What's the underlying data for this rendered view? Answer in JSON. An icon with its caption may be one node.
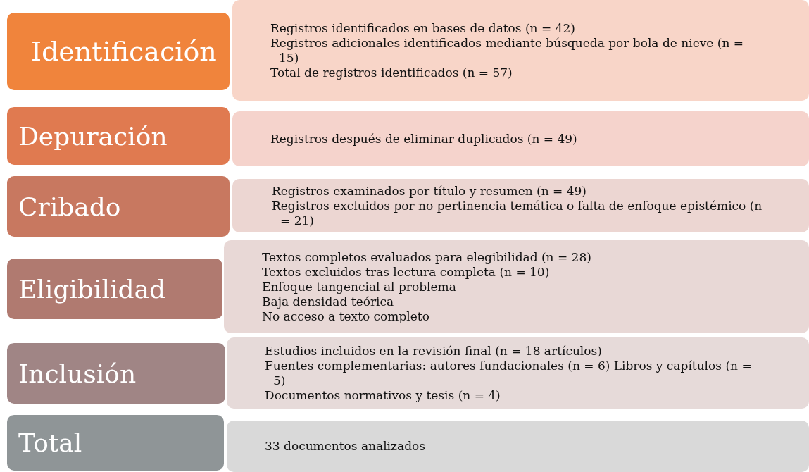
{
  "diagram": {
    "nodes": [
      {
        "text": [
          "Identificación"
        ]
      },
      {
        "text": [
          "Registros identificados en bases de datos (n = 42)",
          "Registros adicionales identificados mediante búsqueda por bola de nieve (n = 15)",
          "Total de registros identificados (n = 57)"
        ]
      },
      {
        "text": [
          "Depuración"
        ]
      },
      {
        "text": [
          "Registros después de eliminar duplicados (n = 49)"
        ]
      },
      {
        "text": [
          "Cribado"
        ]
      },
      {
        "text": [
          "Registros examinados por título y resumen (n = 49)",
          "Registros excluidos por no pertinencia temática o falta de enfoque epistémico (n = 21)"
        ]
      },
      {
        "text": [
          "Eligibilidad"
        ]
      },
      {
        "text": [
          "Textos completos evaluados para elegibilidad (n = 28)",
          "Textos excluidos tras lectura completa (n = 10)",
          "Enfoque tangencial al problema",
          "Baja densidad teórica",
          "No acceso a texto completo"
        ]
      },
      {
        "text": [
          "Inclusión"
        ]
      },
      {
        "text": [
          "Estudios incluidos en la revisión final (n = 18 artículos)",
          "Fuentes complementarias: autores fundacionales (n = 6) Libros y capítulos (n = 5)",
          "Documentos normativos y tesis (n = 4)"
        ]
      },
      {
        "text": [
          "Total"
        ]
      },
      {
        "text": [
          "33  documentos analizados"
        ]
      }
    ]
  }
}
